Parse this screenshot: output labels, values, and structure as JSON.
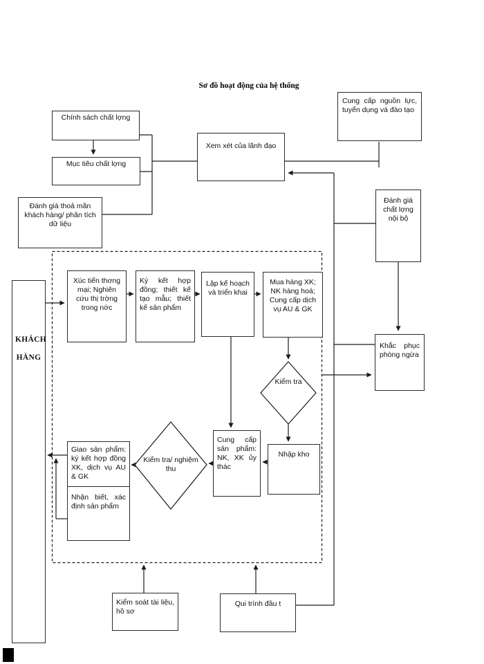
{
  "title": "Sơ đồ hoạt động của hệ thống",
  "colors": {
    "line": "#1a1a1a",
    "background": "#ffffff",
    "text": "#111111"
  },
  "nodes": {
    "chinh_sach": "Chính sách chất lợng",
    "muc_tieu": "Mục tiêu chất lợng",
    "danh_gia_thoa_man": "Đánh giá thoả mãn khách hàng/ phân tích dữ liệu",
    "xem_xet": "Xem xét của lãnh đạo",
    "cung_cap_nguon_luc": "Cung cấp nguồn lực, tuyển dụng và đào tạo",
    "danh_gia_chat_luong": "Đánh giá chất lợng nội bộ",
    "khac_phuc": "Khắc phục phòng ngừa",
    "khach_hang": "KHÁCH HÀNG",
    "xuc_tien": "Xúc tiến thơng mại; Nghiên cứu thị trờng trong nớc",
    "ky_ket": "Ký kết hợp đồng; thiết kế tạo mẫu; thiết kế sản phẩm",
    "lap_ke_hoach": "Lập kế hoạch và triển khai",
    "mua_hang": "Mua hàng XK; NK hàng hoá; Cung cấp dịch vụ AU & GK",
    "kiem_tra": "Kiểm tra",
    "nhap_kho": "Nhập kho",
    "cung_cap_san_pham": "Cung cấp sản phẩm: NK, XK ủy thác",
    "kiem_tra_nghiem_thu": "Kiểm tra/ nghiệm thu",
    "giao_san_pham": "Giao sản phẩm: ký kết hợp đồng XK, dịch vụ AU & GK",
    "nhan_biet": "Nhận biết, xác định sản phẩm",
    "kiem_soat": "Kiểm soát tài liệu, hồ sơ",
    "qui_trinh": "Qui trình đầu t"
  }
}
